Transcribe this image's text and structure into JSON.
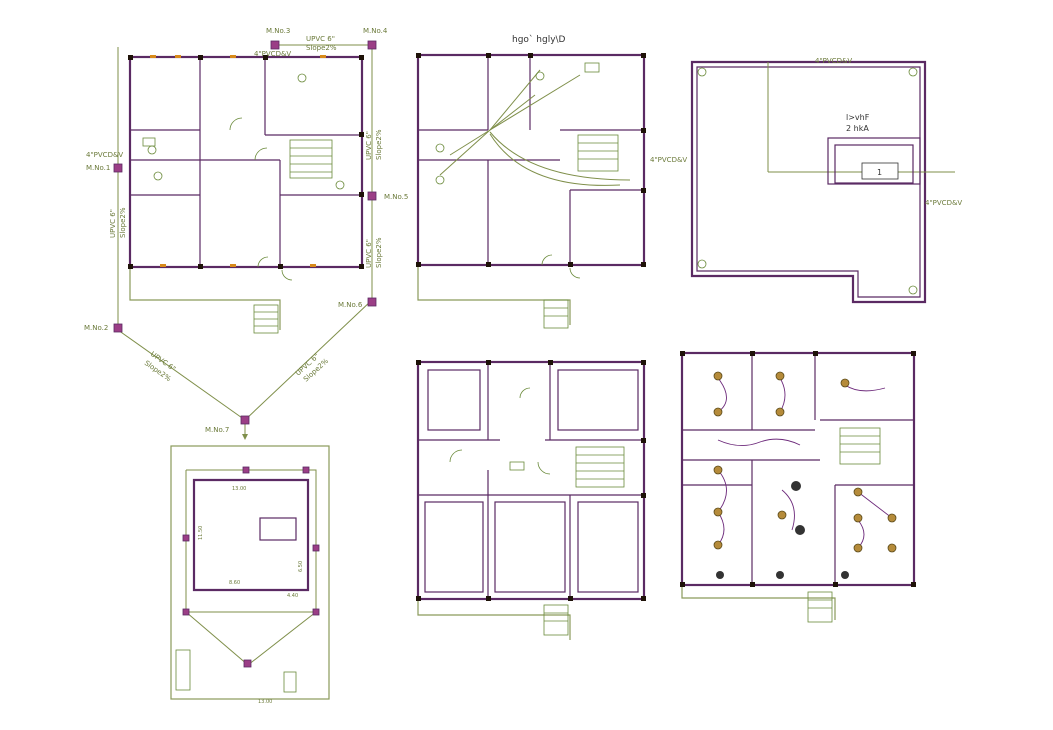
{
  "drawing": {
    "plan_top_left": {
      "manholes": {
        "m1": "M.No.1",
        "m2": "M.No.2",
        "m3": "M.No.3",
        "m4": "M.No.4",
        "m5": "M.No.5",
        "m6": "M.No.6",
        "m7": "M.No.7"
      },
      "pipe_labels": {
        "top_upvc": "UPVC 6\"",
        "top_slope": "Slope2%",
        "left_upvc": "UPVC 6\"",
        "left_slope": "Slope2%",
        "right_upvc_1": "UPVC 6\"",
        "right_slope_1": "Slope2%",
        "right_upvc_2": "UPVC 6\"",
        "right_slope_2": "Slope2%",
        "diag_left_upvc": "UPVC 6\"",
        "diag_left_slope": "Slope2%",
        "diag_right_upvc": "UPVC 6\"",
        "diag_right_slope": "Slope2%",
        "pvc_top": "4\"PVCD&V",
        "pvc_left": "4\"PVCD&V"
      }
    },
    "plan_top_middle": {
      "title": "hgo` hgly\\D",
      "pvc_right": "4\"PVCD&V"
    },
    "plan_top_right": {
      "pvc_top": "4\"PVCD&V",
      "pvc_right": "4\"PVCD&V",
      "tank_label_1": "l>vhF",
      "tank_label_2": "2  hkA",
      "tank_number": "1"
    },
    "site_plan": {
      "dim_top": "13.00",
      "dim_bottom": "13.00",
      "dim_inner": "8.60",
      "dim_right_1": "6.50",
      "dim_right_2": "4.40",
      "dim_side": "11.50"
    }
  }
}
